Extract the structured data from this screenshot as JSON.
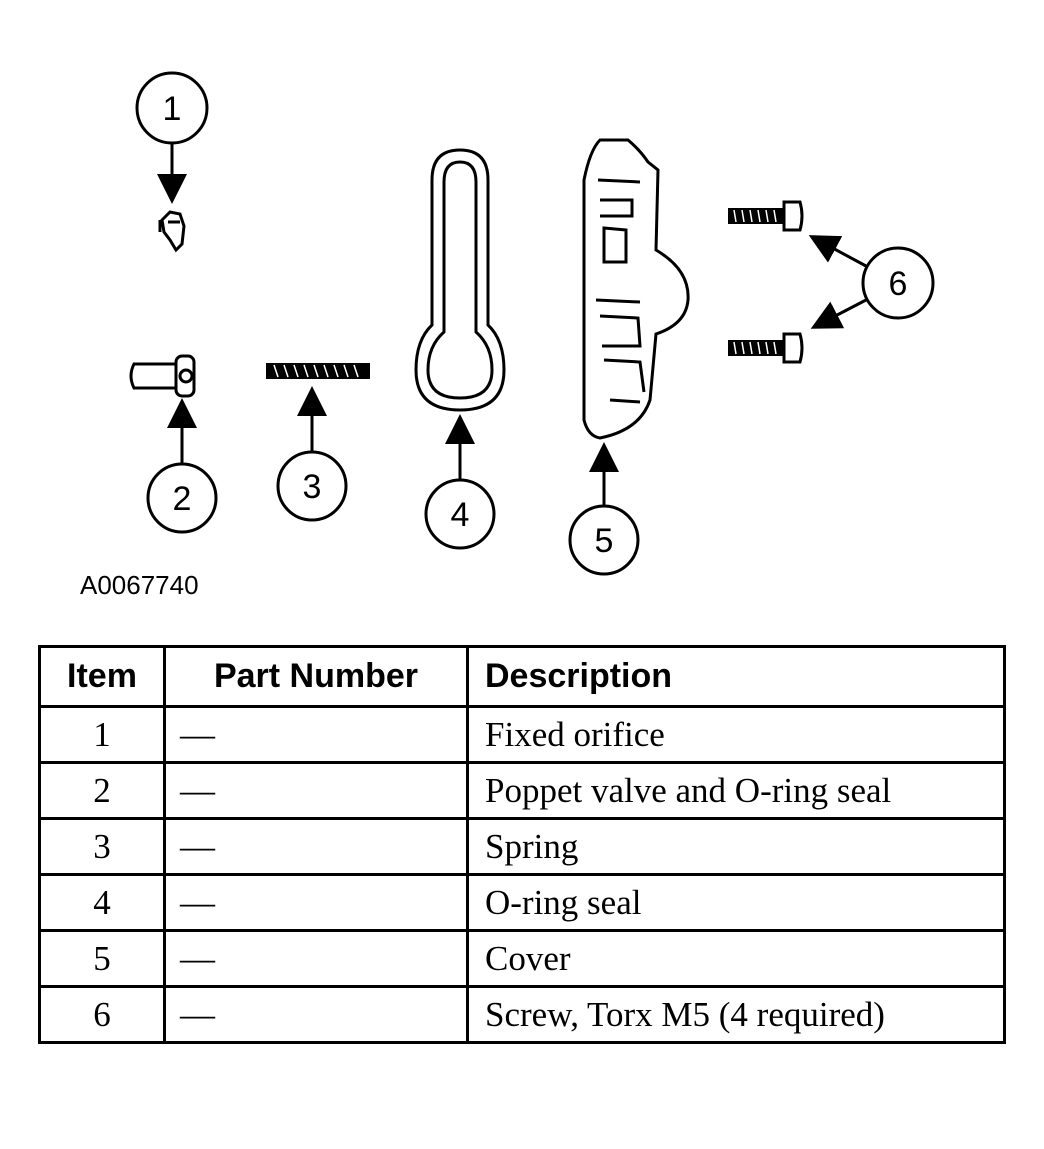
{
  "diagram": {
    "callouts": [
      "1",
      "2",
      "3",
      "4",
      "5",
      "6"
    ],
    "figure_code": "A0067740"
  },
  "table": {
    "headers": {
      "item": "Item",
      "part_number": "Part Number",
      "description": "Description"
    },
    "rows": [
      {
        "item": "1",
        "part_number": "—",
        "description": "Fixed orifice"
      },
      {
        "item": "2",
        "part_number": "—",
        "description": "Poppet valve and O-ring seal"
      },
      {
        "item": "3",
        "part_number": "—",
        "description": "Spring"
      },
      {
        "item": "4",
        "part_number": "—",
        "description": "O-ring seal"
      },
      {
        "item": "5",
        "part_number": "—",
        "description": "Cover"
      },
      {
        "item": "6",
        "part_number": "—",
        "description": "Screw, Torx M5 (4 required)"
      }
    ]
  }
}
